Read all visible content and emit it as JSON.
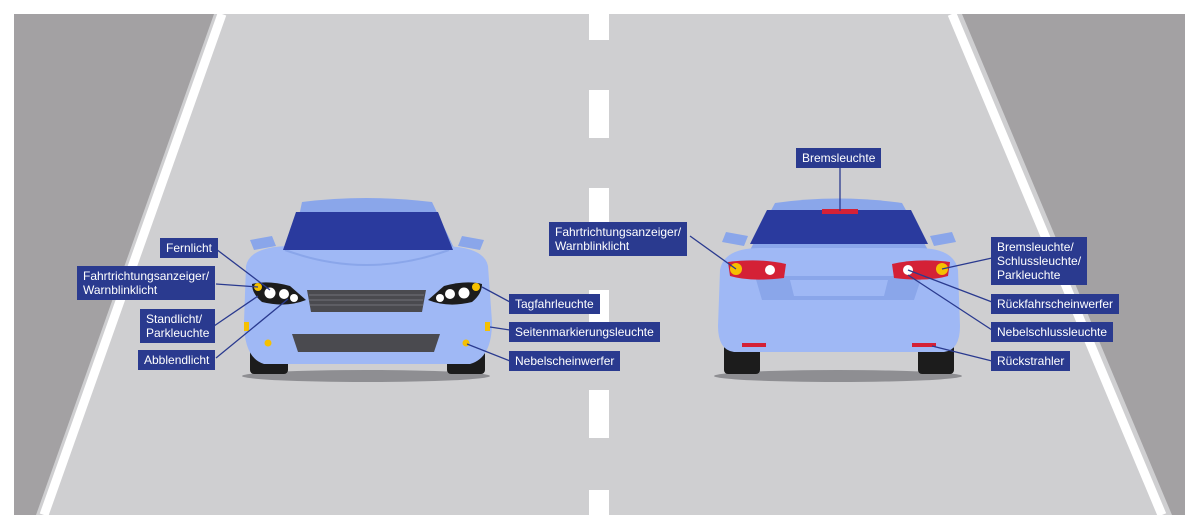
{
  "colors": {
    "road": "#cfcfd1",
    "shoulder": "#a3a1a3",
    "lane_marking": "#ffffff",
    "car_body": "#9fb8f5",
    "car_body_dark": "#8aa6ea",
    "glass": "#2a3a9e",
    "label_bg": "#2a3a8f",
    "leader_line": "#2a3a8f",
    "amber": "#f5c000",
    "red_light": "#d42136",
    "tire": "#1c1c1c"
  },
  "icons": {
    "front_car": "car-front-icon",
    "rear_car": "car-rear-icon"
  },
  "front_labels": {
    "high_beam": "Fernlicht",
    "turn_signal": "Fahrtrichtungsanzeiger/\nWarnblinklicht",
    "parking_light": "Standlicht/\nParkleuchte",
    "low_beam": "Abblendlicht",
    "daytime_running": "Tagfahrleuchte",
    "side_marker": "Seitenmarkierungsleuchte",
    "fog_light": "Nebelscheinwerfer"
  },
  "rear_labels": {
    "brake_light_center": "Bremsleuchte",
    "turn_signal": "Fahrtrichtungsanzeiger/\nWarnblinklicht",
    "brake_tail_parking": "Bremsleuchte/\nSchlussleuchte/\nParkleuchte",
    "reverse_light": "Rückfahrscheinwerfer",
    "rear_fog": "Nebelschlussleuchte",
    "reflector": "Rückstrahler"
  }
}
